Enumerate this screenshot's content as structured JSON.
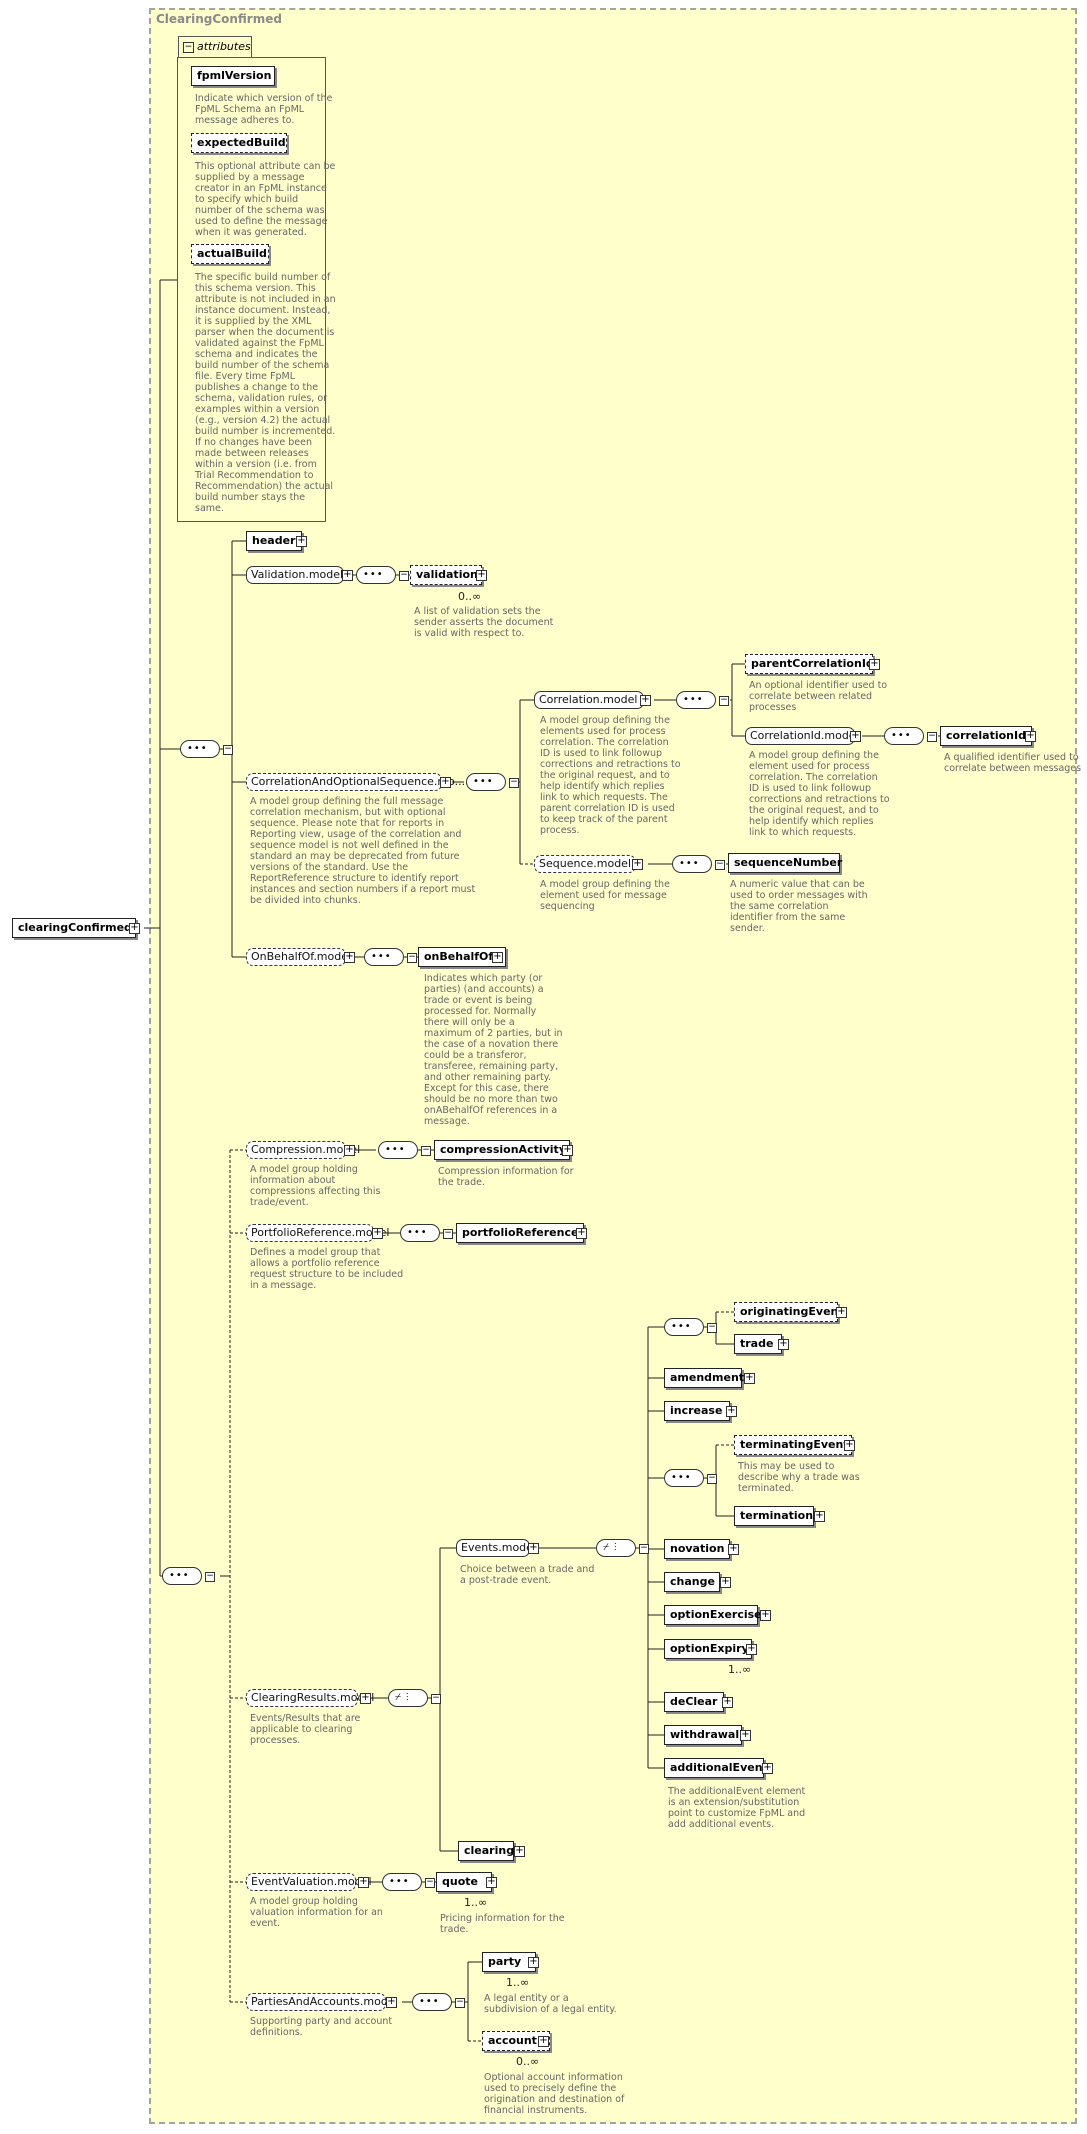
{
  "diagram": {
    "title": "ClearingConfirmed",
    "root": "clearingConfirmed",
    "attributes_tab": "attributes",
    "attributes": [
      {
        "name": "fpmlVersion",
        "desc": "Indicate which version of the\nFpML Schema an FpML\nmessage adheres to."
      },
      {
        "name": "expectedBuild",
        "desc": "This optional attribute can be\nsupplied by a message\ncreator in an FpML instance\nto specify which build\nnumber of the schema was\nused to define the message\nwhen it was generated."
      },
      {
        "name": "actualBuild",
        "desc": "The specific build number of\nthis schema version. This\nattribute is not included in an\ninstance document. Instead,\nit is supplied by the XML\nparser when the document is\nvalidated against the FpML\nschema and indicates the\nbuild number of the schema\nfile. Every time FpML\npublishes a change to the\nschema, validation rules, or\nexamples within a version\n(e.g., version 4.2) the actual\nbuild number is incremented.\nIf no changes have been\nmade between releases\nwithin a version (i.e. from\nTrial Recommendation to\nRecommendation) the actual\nbuild number stays the\nsame."
      }
    ],
    "header": "header",
    "validation_model": "Validation.model",
    "validation": "validation",
    "validation_card": "0..∞",
    "validation_desc": "A list of validation sets the\nsender asserts the document\nis valid with respect to.",
    "corr_seq_model": "CorrelationAndOptionalSequence.mo...",
    "corr_seq_desc": "A model group defining the full message\ncorrelation mechanism, but with optional\nsequence. Please note that for reports in\nReporting view, usage of the correlation and\nsequence model is not well defined in the\nstandard an may be deprecated from future\nversions of the standard. Use the\nReportReference structure to identify report\ninstances and section numbers if a report must\nbe divided into chunks.",
    "correlation_model": "Correlation.model",
    "correlation_desc": "A model group defining the\nelements used for process\ncorrelation. The correlation\nID is used to link followup\ncorrections and retractions to\nthe original request, and to\nhelp identify which replies\nlink to which requests. The\nparent correlation ID is used\nto keep track of the parent\nprocess.",
    "parent_correlation_id": "parentCorrelationId",
    "parent_correlation_desc": "An optional identifier used to\ncorrelate between related\nprocesses",
    "correlation_id_model": "CorrelationId.model",
    "correlation_id_model_desc": "A model group defining the\nelement used for process\ncorrelation. The correlation\nID is used to link followup\ncorrections and retractions to\nthe original request, and to\nhelp identify which replies\nlink to which requests.",
    "correlation_id": "correlationId",
    "correlation_id_desc": "A qualified identifier used to\ncorrelate between messages",
    "sequence_model": "Sequence.model",
    "sequence_model_desc": "A model group defining the\nelement used for message\nsequencing",
    "sequence_number": "sequenceNumber",
    "sequence_number_desc": "A numeric value that can be\nused to order messages with\nthe same correlation\nidentifier from the same\nsender.",
    "on_behalf_of_model": "OnBehalfOf.model",
    "on_behalf_of": "onBehalfOf",
    "on_behalf_of_desc": "Indicates which party (or\nparties) (and accounts) a\ntrade or event is being\nprocessed for. Normally\nthere will only be a\nmaximum of 2 parties, but in\nthe case of a novation there\ncould be a transferor,\ntransferee, remaining party,\nand other remaining party.\nExcept for this case, there\nshould be no more than two\nonABehalfOf references in a\nmessage.",
    "compression_model": "Compression.model",
    "compression_model_desc": "A model group holding\ninformation about\ncompressions affecting this\ntrade/event.",
    "compression_activity": "compressionActivity",
    "compression_activity_desc": "Compression information for\nthe trade.",
    "portfolio_reference_model": "PortfolioReference.model",
    "portfolio_reference_model_desc": "Defines a model group that\nallows a portfolio reference\nrequest structure to be included\nin a message.",
    "portfolio_reference": "portfolioReference",
    "originating_event": "originatingEvent",
    "trade": "trade",
    "amendment": "amendment",
    "increase": "increase",
    "terminating_event": "terminatingEvent",
    "terminating_event_desc": "This may be used to\ndescribe why a trade was\nterminated.",
    "termination": "termination",
    "events_model": "Events.model",
    "events_model_desc": "Choice between a trade and\na post-trade event.",
    "novation": "novation",
    "change": "change",
    "option_exercise": "optionExercise",
    "option_expiry": "optionExpiry",
    "option_expiry_card": "1..∞",
    "de_clear": "deClear",
    "withdrawal": "withdrawal",
    "additional_event": "additionalEvent",
    "additional_event_desc": "The additionalEvent element\nis an extension/substitution\npoint to customize FpML and\nadd additional events.",
    "clearing_results_model": "ClearingResults.model",
    "clearing_results_model_desc": "Events/Results that are\napplicable to clearing\nprocesses.",
    "clearing": "clearing",
    "event_valuation_model": "EventValuation.model",
    "event_valuation_model_desc": "A model group holding\nvaluation information for an\nevent.",
    "quote": "quote",
    "quote_card": "1..∞",
    "quote_desc": "Pricing information for the\ntrade.",
    "parties_accounts_model": "PartiesAndAccounts.model",
    "parties_accounts_model_desc": "Supporting party and account\ndefinitions.",
    "party": "party",
    "party_card": "1..∞",
    "party_desc": "A legal entity or a\nsubdivision of a legal entity.",
    "account": "account",
    "account_card": "0..∞",
    "account_desc": "Optional account information\nused to precisely define the\norigination and destination of\nfinancial instruments."
  }
}
